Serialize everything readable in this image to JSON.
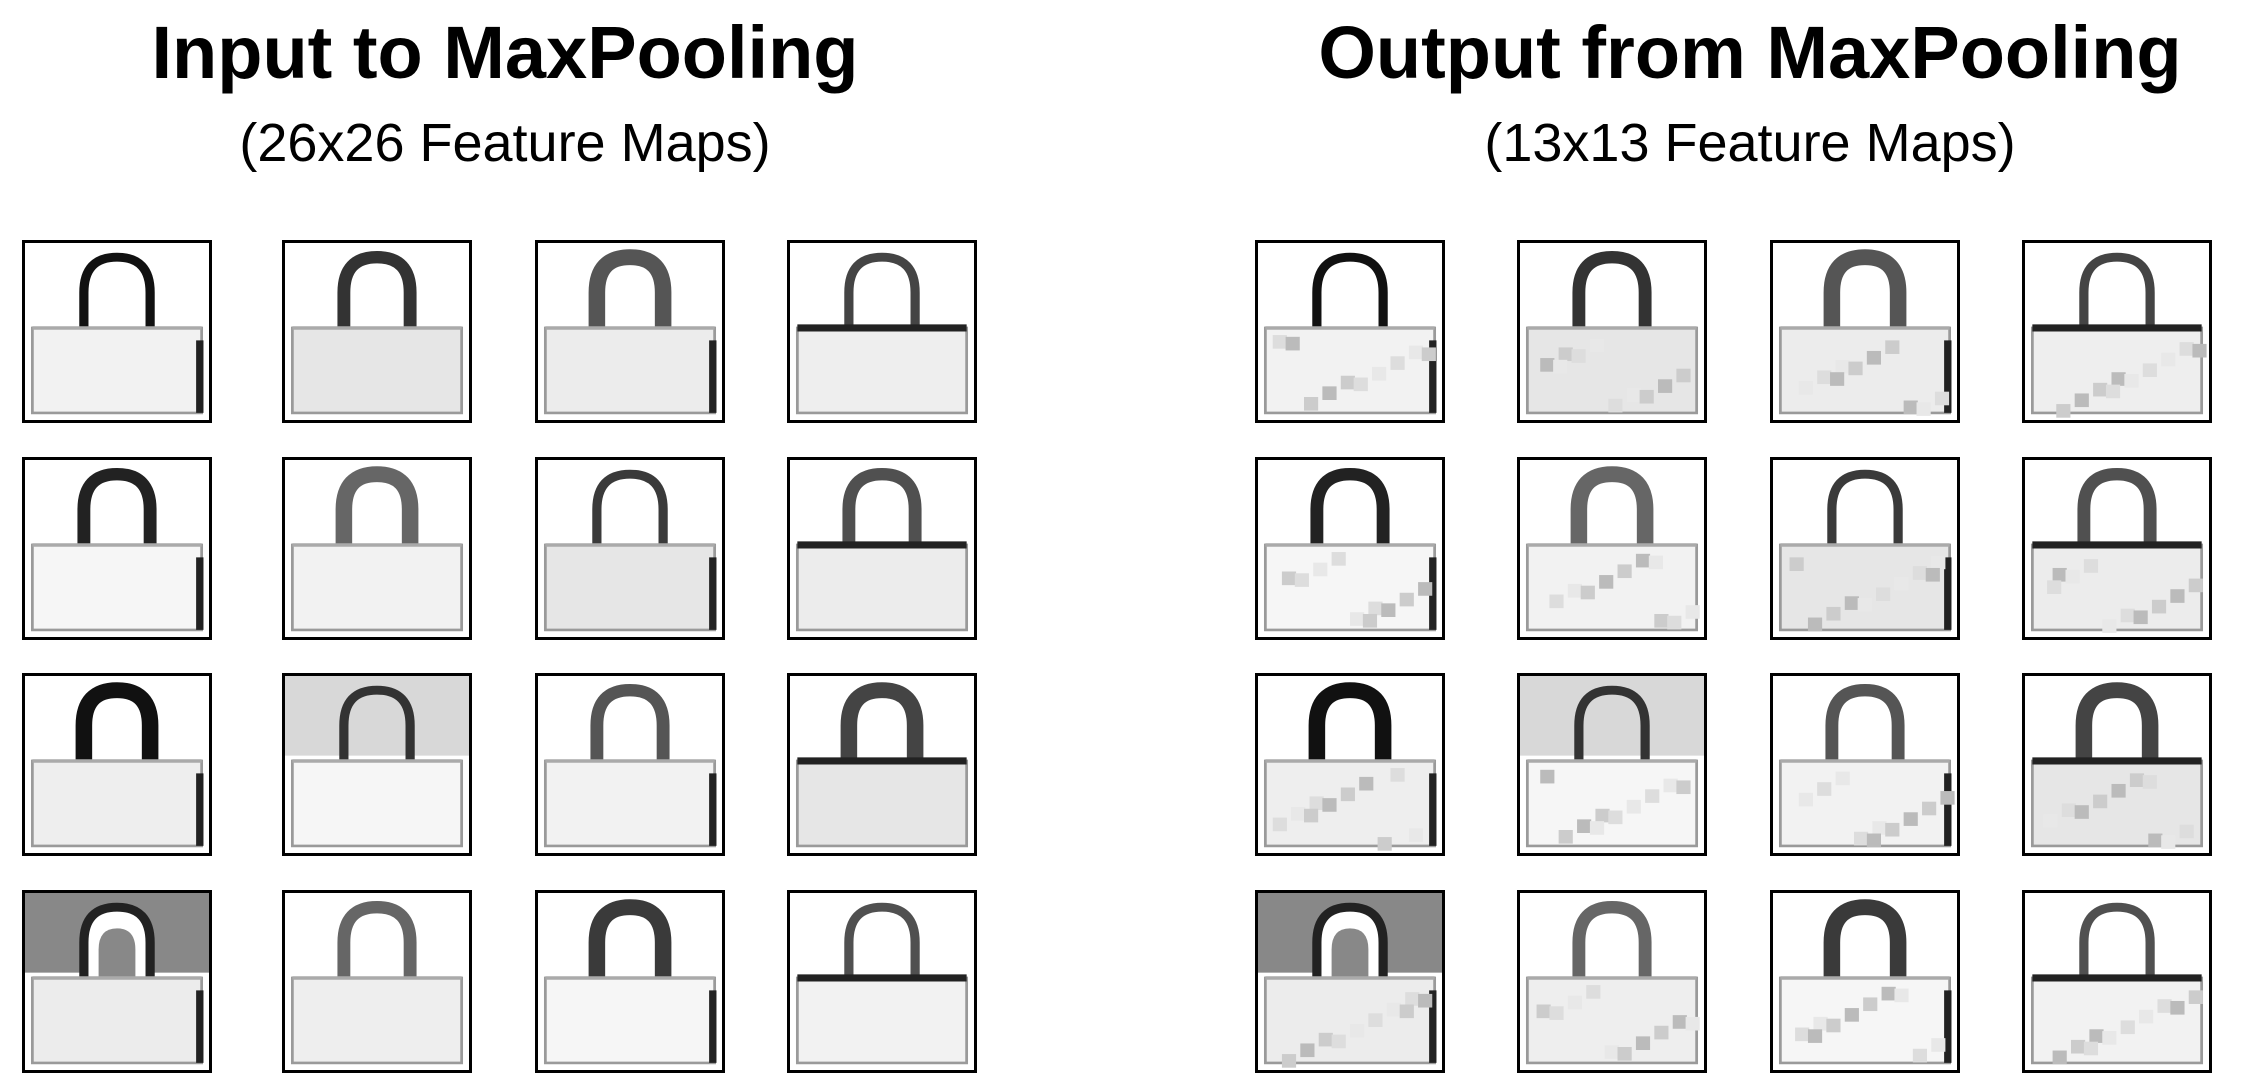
{
  "left_panel": {
    "title": "Input to MaxPooling",
    "subtitle": "(26x26 Feature Maps)"
  },
  "right_panel": {
    "title": "Output from MaxPooling",
    "subtitle": "(13x13 Feature Maps)"
  },
  "icons": {
    "feature_map": "handbag-feature-map-icon"
  },
  "grid": {
    "rows": 4,
    "cols": 4
  },
  "colors": {
    "background": "#ffffff",
    "border": "#000000",
    "map_dark": "#111111",
    "map_gray": "#888888",
    "map_light": "#d8d8d8"
  }
}
